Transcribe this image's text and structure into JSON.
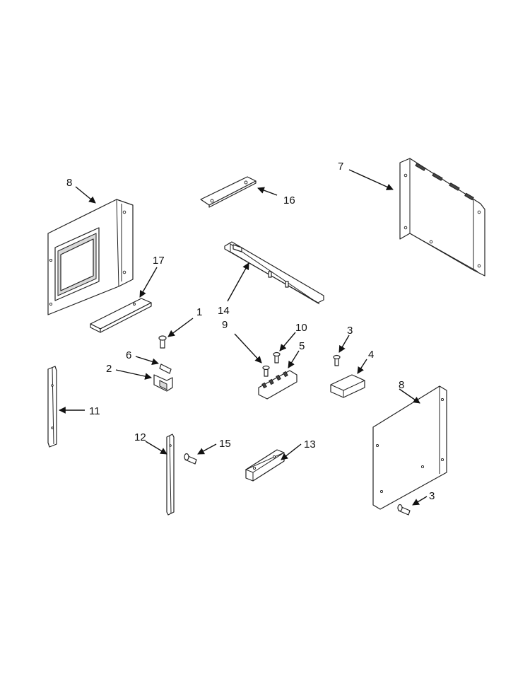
{
  "diagram": {
    "callouts": [
      "1",
      "2",
      "3",
      "3",
      "4",
      "5",
      "6",
      "7",
      "8",
      "8",
      "9",
      "10",
      "11",
      "12",
      "13",
      "14",
      "15",
      "16",
      "17"
    ]
  }
}
